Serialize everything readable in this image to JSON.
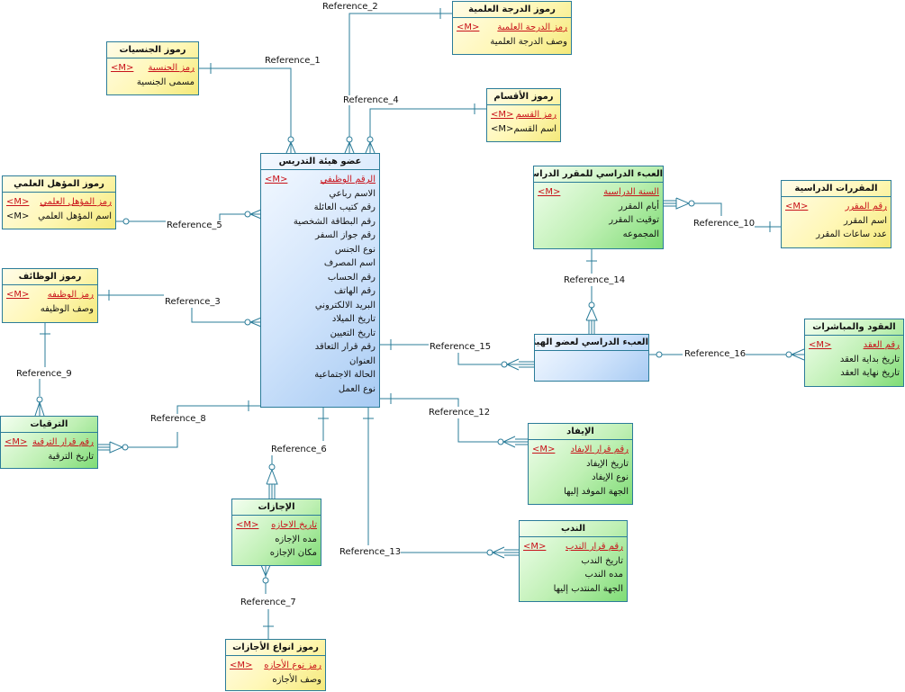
{
  "diagram": {
    "entities": [
      {
        "id": "faculty_member",
        "title": "عضو هيئة التدريس",
        "color": "blue",
        "attributes": [
          {
            "name": "الرقم الوظيفي",
            "marker": "<M>",
            "pk": true
          },
          {
            "name": "الاسم رباعي",
            "marker": "",
            "pk": false
          },
          {
            "name": "رقم كتيب العائلة",
            "marker": "",
            "pk": false
          },
          {
            "name": "رقم البطاقة الشخصية",
            "marker": "",
            "pk": false
          },
          {
            "name": "رقم جواز السفر",
            "marker": "",
            "pk": false
          },
          {
            "name": "نوع الجنس",
            "marker": "",
            "pk": false
          },
          {
            "name": "اسم المصرف",
            "marker": "",
            "pk": false
          },
          {
            "name": "رقم الحساب",
            "marker": "",
            "pk": false
          },
          {
            "name": "رقم الهاتف",
            "marker": "",
            "pk": false
          },
          {
            "name": "البريد الالكتروني",
            "marker": "",
            "pk": false
          },
          {
            "name": "تاريخ الميلاد",
            "marker": "",
            "pk": false
          },
          {
            "name": "تاريخ التعيين",
            "marker": "",
            "pk": false
          },
          {
            "name": "رقم قرار التعاقد",
            "marker": "",
            "pk": false
          },
          {
            "name": "العنوان",
            "marker": "",
            "pk": false
          },
          {
            "name": "الحالة الاجتماعية",
            "marker": "",
            "pk": false
          },
          {
            "name": "نوع العمل",
            "marker": "",
            "pk": false
          }
        ]
      },
      {
        "id": "degree_codes",
        "title": "رموز الدرجة العلمية",
        "color": "yellow",
        "attributes": [
          {
            "name": "رمز الدرجة العلمية",
            "marker": "<M>",
            "pk": true
          },
          {
            "name": "وصف الدرجة العلمية",
            "marker": "",
            "pk": false
          }
        ]
      },
      {
        "id": "nationality_codes",
        "title": "رموز الجنسيات",
        "color": "yellow",
        "attributes": [
          {
            "name": "رمز الجنسية",
            "marker": "<M>",
            "pk": true
          },
          {
            "name": "مسمى الجنسية",
            "marker": "",
            "pk": false
          }
        ]
      },
      {
        "id": "department_codes",
        "title": "رموز الأقسام",
        "color": "yellow",
        "attributes": [
          {
            "name": "رمز القسم",
            "marker": "<M>",
            "pk": true
          },
          {
            "name": "اسم القسم",
            "marker": "<M>",
            "pk": false
          }
        ]
      },
      {
        "id": "qualification_codes",
        "title": "رموز المؤهل العلمي",
        "color": "yellow",
        "attributes": [
          {
            "name": "رمز المؤهل العلمي",
            "marker": "<M>",
            "pk": true
          },
          {
            "name": "اسم المؤهل العلمي",
            "marker": "<M>",
            "pk": false
          }
        ]
      },
      {
        "id": "job_codes",
        "title": "رموز الوظائف",
        "color": "yellow",
        "attributes": [
          {
            "name": "رمز الوظيفه",
            "marker": "<M>",
            "pk": true
          },
          {
            "name": "وصف الوظيفه",
            "marker": "",
            "pk": false
          }
        ]
      },
      {
        "id": "promotions",
        "title": "الترقيات",
        "color": "green",
        "attributes": [
          {
            "name": "رقم قرار الترقية",
            "marker": "<M>",
            "pk": true
          },
          {
            "name": "تاريخ الترقية",
            "marker": "",
            "pk": false
          }
        ]
      },
      {
        "id": "course_load",
        "title": "العبء الدراسي  للمقرر الدراسي",
        "color": "green",
        "attributes": [
          {
            "name": "السنة الدراسية",
            "marker": "<M>",
            "pk": true
          },
          {
            "name": "أيام المقرر",
            "marker": "",
            "pk": false
          },
          {
            "name": "توقيت المقرر",
            "marker": "",
            "pk": false
          },
          {
            "name": "المجموعه",
            "marker": "",
            "pk": false
          }
        ]
      },
      {
        "id": "courses",
        "title": "المقررات الدراسية",
        "color": "yellow",
        "attributes": [
          {
            "name": "رقم المقرر",
            "marker": "<M>",
            "pk": true
          },
          {
            "name": "اسم المقرر",
            "marker": "",
            "pk": false
          },
          {
            "name": "عدد ساعات المقرر",
            "marker": "",
            "pk": false
          }
        ]
      },
      {
        "id": "member_load",
        "title": "العبء الدراسي لعضو الهيئة",
        "color": "blue",
        "attributes": []
      },
      {
        "id": "contracts",
        "title": "العقود والمباشرات",
        "color": "green",
        "attributes": [
          {
            "name": "رقم العقد",
            "marker": "<M>",
            "pk": true
          },
          {
            "name": "تاريخ بداية العقد",
            "marker": "",
            "pk": false
          },
          {
            "name": "تاريخ نهاية العقد",
            "marker": "",
            "pk": false
          }
        ]
      },
      {
        "id": "dispatch",
        "title": "الإيفاد",
        "color": "green",
        "attributes": [
          {
            "name": "رقم قرار الإيفاد",
            "marker": "<M>",
            "pk": true
          },
          {
            "name": "تاريخ الإيفاد",
            "marker": "",
            "pk": false
          },
          {
            "name": "نوع الإيفاد",
            "marker": "",
            "pk": false
          },
          {
            "name": "الجهة الموفد إليها",
            "marker": "",
            "pk": false
          }
        ]
      },
      {
        "id": "vacations",
        "title": "الإجازات",
        "color": "green",
        "attributes": [
          {
            "name": "تاريخ الاجازه",
            "marker": "<M>",
            "pk": true
          },
          {
            "name": "مده الإجازه",
            "marker": "",
            "pk": false
          },
          {
            "name": "مكان الإجازه",
            "marker": "",
            "pk": false
          }
        ]
      },
      {
        "id": "secondment",
        "title": "الندب",
        "color": "green",
        "attributes": [
          {
            "name": "رقم قرار الندب",
            "marker": "<M>",
            "pk": true
          },
          {
            "name": "تاريخ الندب",
            "marker": "",
            "pk": false
          },
          {
            "name": "مده الندب",
            "marker": "",
            "pk": false
          },
          {
            "name": "الجهة المنتدب إليها",
            "marker": "",
            "pk": false
          }
        ]
      },
      {
        "id": "vacation_type_codes",
        "title": "رموز انواع الأجازات",
        "color": "yellow",
        "attributes": [
          {
            "name": "رمز نوع الأجازه",
            "marker": "<M>",
            "pk": true
          },
          {
            "name": "وصف الأجازه",
            "marker": "",
            "pk": false
          }
        ]
      }
    ],
    "references": [
      {
        "label": "Reference_1",
        "parent": "nationality_codes",
        "child": "faculty_member"
      },
      {
        "label": "Reference_2",
        "parent": "degree_codes",
        "child": "faculty_member"
      },
      {
        "label": "Reference_3",
        "parent": "job_codes",
        "child": "faculty_member"
      },
      {
        "label": "Reference_4",
        "parent": "department_codes",
        "child": "faculty_member"
      },
      {
        "label": "Reference_5",
        "parent": "qualification_codes",
        "child": "faculty_member"
      },
      {
        "label": "Reference_6",
        "parent": "faculty_member",
        "child": "vacations"
      },
      {
        "label": "Reference_7",
        "parent": "vacation_type_codes",
        "child": "vacations"
      },
      {
        "label": "Reference_8",
        "parent": "faculty_member",
        "child": "promotions"
      },
      {
        "label": "Reference_9",
        "parent": "job_codes",
        "child": "promotions"
      },
      {
        "label": "Reference_10",
        "parent": "courses",
        "child": "course_load"
      },
      {
        "label": "Reference_12",
        "parent": "faculty_member",
        "child": "dispatch"
      },
      {
        "label": "Reference_13",
        "parent": "faculty_member",
        "child": "secondment"
      },
      {
        "label": "Reference_14",
        "parent": "course_load",
        "child": "member_load"
      },
      {
        "label": "Reference_15",
        "parent": "faculty_member",
        "child": "member_load"
      },
      {
        "label": "Reference_16",
        "parent": "member_load",
        "child": "contracts"
      }
    ]
  }
}
